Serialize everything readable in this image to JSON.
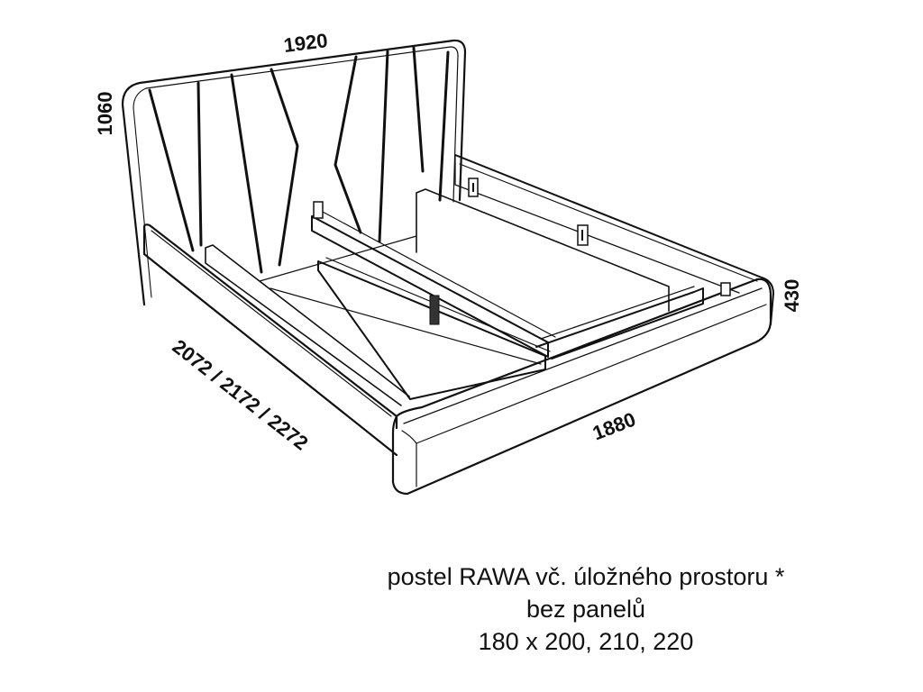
{
  "dimensions": {
    "width": "1920",
    "headboard_height": "1060",
    "length": "2072 / 2172 / 2272",
    "frame_width": "1880",
    "side_height": "430"
  },
  "caption": {
    "line1": "postel RAWA vč. úložného prostoru *",
    "line2": "bez panelů",
    "line3": "180 x 200, 210, 220"
  },
  "colors": {
    "line": "#111111",
    "background": "#ffffff",
    "leg": "#333333"
  }
}
